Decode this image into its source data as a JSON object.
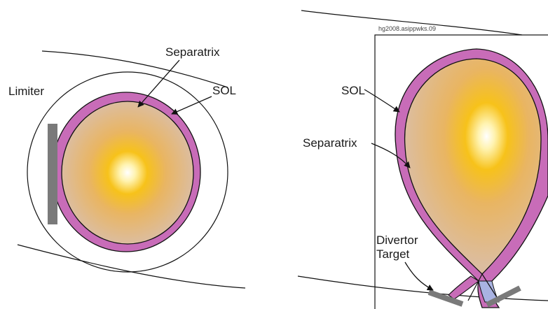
{
  "labels": {
    "separatrix_left": "Separatrix",
    "sol_left": "SOL",
    "limiter": "Limiter",
    "figure_id": "hg2008.asippwks.09",
    "sol_right": "SOL",
    "separatrix_right": "Separatrix",
    "divertor_line1": "Divertor",
    "divertor_line2": "Target"
  },
  "colors": {
    "sol_band": "#c86cb8",
    "plasma_edge": "#dcbd9f",
    "plasma_mid": "#e9b562",
    "plasma_core": "#f7c21a",
    "plasma_center": "#ffffff",
    "limiter": "#7a7a7a",
    "private_region": "#a9b3e2",
    "outline": "#111111"
  }
}
